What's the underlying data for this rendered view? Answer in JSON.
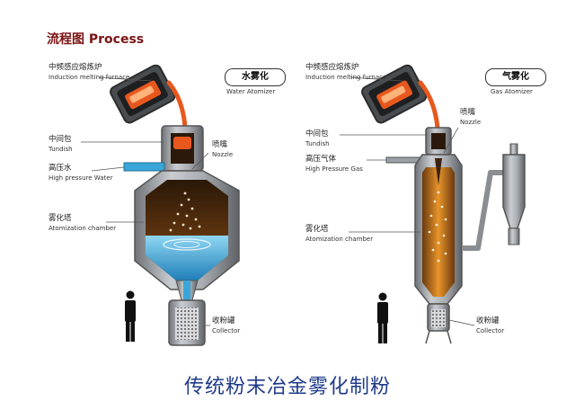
{
  "header": {
    "title": "流程图 Process"
  },
  "water": {
    "badge": "水雾化",
    "badge_sub": "Water Atomizer",
    "furnace": {
      "zh": "中频感应熔炼炉",
      "en": "Induction melting furnace"
    },
    "tundish": {
      "zh": "中间包",
      "en": "Tundish"
    },
    "nozzle": {
      "zh": "喷嘴",
      "en": "Nozzle"
    },
    "medium": {
      "zh": "高压水",
      "en": "High pressure Water"
    },
    "chamber": {
      "zh": "雾化塔",
      "en": "Atomization chamber"
    },
    "collector": {
      "zh": "收粉罐",
      "en": "Collector"
    }
  },
  "gas": {
    "badge": "气雾化",
    "badge_sub": "Gas Atomizer",
    "furnace": {
      "zh": "中频感应熔炼炉",
      "en": "Induction melting furnace"
    },
    "tundish": {
      "zh": "中间包",
      "en": "Tundish"
    },
    "nozzle": {
      "zh": "喷嘴",
      "en": "Nozzle"
    },
    "medium": {
      "zh": "高压气体",
      "en": "High Pressure Gas"
    },
    "chamber": {
      "zh": "雾化塔",
      "en": "Atomization chamber"
    },
    "collector": {
      "zh": "收粉罐",
      "en": "Collector"
    }
  },
  "colors": {
    "title": "#7a1414",
    "molten": "#e8581e",
    "water": "#3aa6d8",
    "steel": "#8a8d91",
    "caption": "#1f3a8a"
  },
  "caption": "传统粉末冶金雾化制粉"
}
